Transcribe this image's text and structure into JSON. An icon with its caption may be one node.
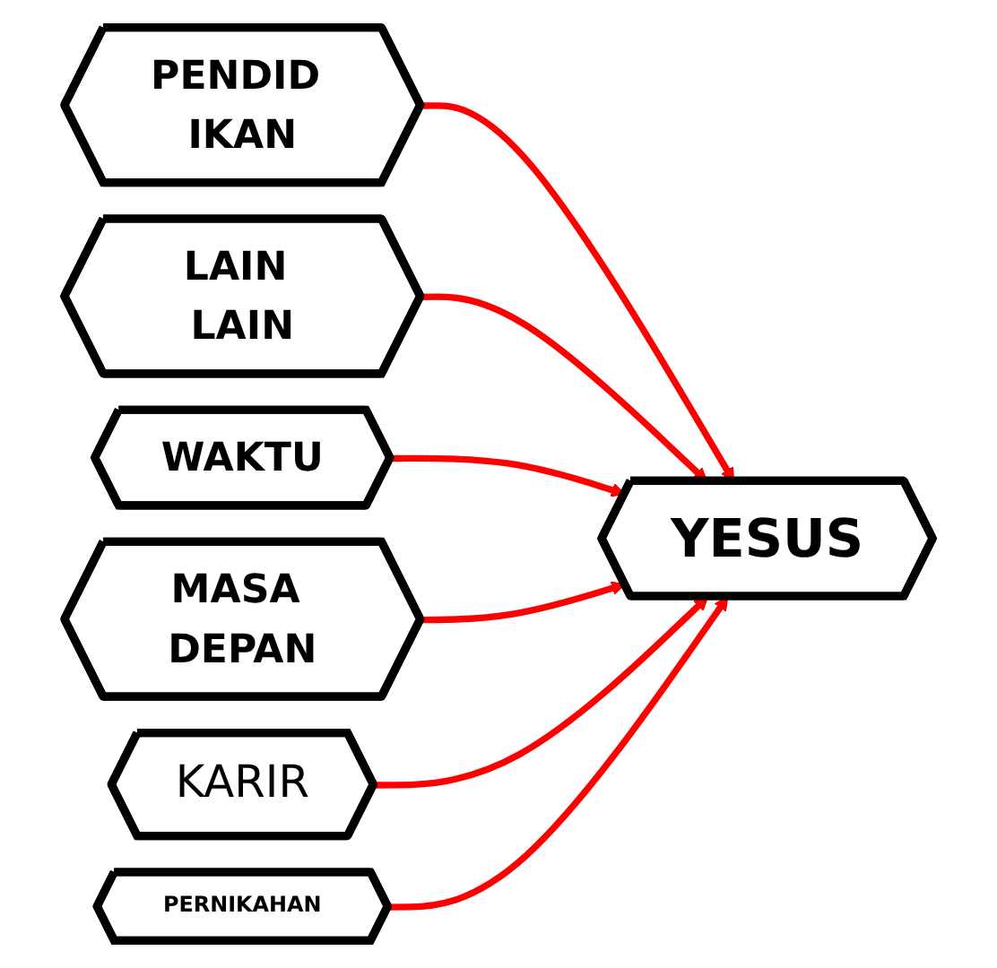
{
  "diagram": {
    "nodes": [
      {
        "text": [
          "PENDID IKAN"
        ]
      },
      {
        "text": [
          "LAIN LAIN"
        ]
      },
      {
        "text": [
          "WAKTU"
        ]
      },
      {
        "text": [
          "YESUS"
        ]
      },
      {
        "text": [
          "MASA DEPAN"
        ]
      },
      {
        "text": [
          "KARIR"
        ]
      },
      {
        "text": [
          "PERNIKAHAN"
        ]
      }
    ],
    "edges": [
      {
        "from": 0,
        "to": 3,
        "arrow": "to"
      },
      {
        "from": 1,
        "to": 3,
        "arrow": "to"
      },
      {
        "from": 2,
        "to": 3,
        "arrow": "to"
      },
      {
        "from": 4,
        "to": 3,
        "arrow": "to"
      },
      {
        "from": 5,
        "to": 3,
        "arrow": "to"
      },
      {
        "from": 6,
        "to": 3,
        "arrow": "to"
      }
    ]
  }
}
